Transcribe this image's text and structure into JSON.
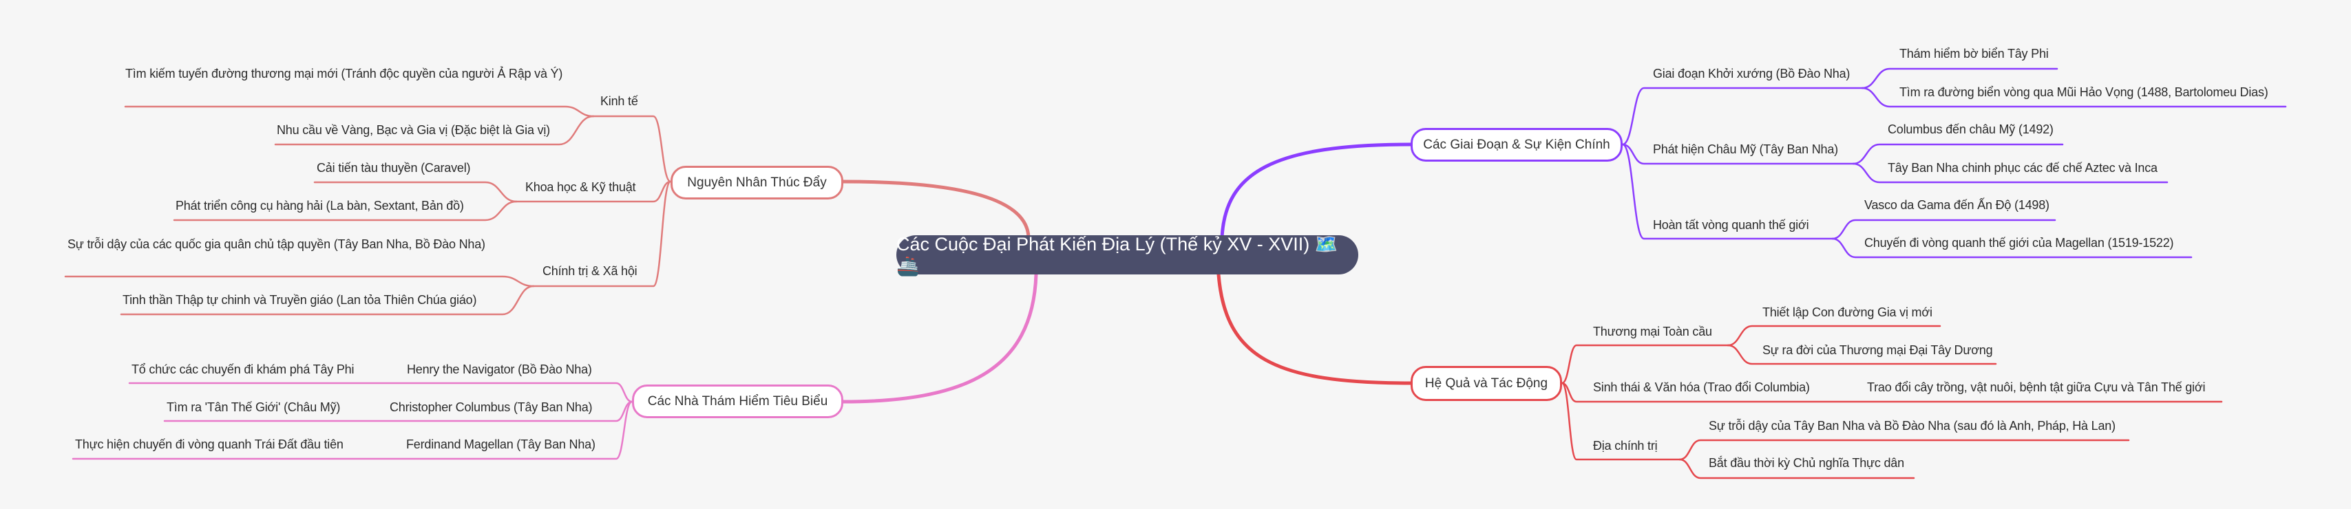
{
  "root": {
    "title": "Các Cuộc Đại Phát Kiến Địa Lý (Thế kỷ XV - XVII) 🗺️🚢"
  },
  "colors": {
    "causes": "#e07b7b",
    "explorers": "#e879c9",
    "stages": "#8b3dff",
    "impacts": "#e5484d",
    "root_bg": "#4b4e6b"
  },
  "causes": {
    "label": "Nguyên Nhân Thúc Đẩy",
    "groups": [
      {
        "label": "Kinh tế",
        "items": [
          "Tìm kiếm tuyến đường thương mại mới (Tránh độc quyền của người Ả Rập và Ý)",
          "Nhu cầu về Vàng, Bạc và Gia vị (Đặc biệt là Gia vị)"
        ]
      },
      {
        "label": "Khoa học & Kỹ thuật",
        "items": [
          "Cải tiến tàu thuyền (Caravel)",
          "Phát triển công cụ hàng hải (La bàn, Sextant, Bản đồ)"
        ]
      },
      {
        "label": "Chính trị & Xã hội",
        "items": [
          "Sự trỗi dậy của các quốc gia quân chủ tập quyền (Tây Ban Nha, Bồ Đào Nha)",
          "Tinh thần Thập tự chinh và Truyền giáo (Lan tỏa Thiên Chúa giáo)"
        ]
      }
    ]
  },
  "explorers": {
    "label": "Các Nhà Thám Hiểm Tiêu Biểu",
    "people": [
      {
        "name": "Henry the Navigator (Bồ Đào Nha)",
        "detail": "Tổ chức các chuyến đi khám phá Tây Phi"
      },
      {
        "name": "Christopher Columbus (Tây Ban Nha)",
        "detail": "Tìm ra 'Tân Thế Giới' (Châu Mỹ)"
      },
      {
        "name": "Ferdinand Magellan (Tây Ban Nha)",
        "detail": "Thực hiện chuyến đi vòng quanh Trái Đất đầu tiên"
      }
    ]
  },
  "stages": {
    "label": "Các Giai Đoạn & Sự Kiện Chính",
    "groups": [
      {
        "label": "Giai đoạn Khởi xướng (Bồ Đào Nha)",
        "items": [
          "Thám hiểm bờ biển Tây Phi",
          "Tìm ra đường biển vòng qua Mũi Hảo Vọng (1488, Bartolomeu Dias)"
        ]
      },
      {
        "label": "Phát hiện Châu Mỹ (Tây Ban Nha)",
        "items": [
          "Columbus đến châu Mỹ (1492)",
          "Tây Ban Nha chinh phục các đế chế Aztec và Inca"
        ]
      },
      {
        "label": "Hoàn tất vòng quanh thế giới",
        "items": [
          "Vasco da Gama đến Ấn Độ (1498)",
          "Chuyến đi vòng quanh thế giới của Magellan (1519-1522)"
        ]
      }
    ]
  },
  "impacts": {
    "label": "Hệ Quả và Tác Động",
    "groups": [
      {
        "label": "Thương mại Toàn cầu",
        "items": [
          "Thiết lập Con đường Gia vị mới",
          "Sự ra đời của Thương mại Đại Tây Dương"
        ]
      },
      {
        "label": "Sinh thái & Văn hóa (Trao đổi Columbia)",
        "items": [
          "Trao đổi cây trồng, vật nuôi, bệnh tật giữa Cựu và Tân Thế giới"
        ]
      },
      {
        "label": "Địa chính trị",
        "items": [
          "Sự trỗi dậy của Tây Ban Nha và Bồ Đào Nha (sau đó là Anh, Pháp, Hà Lan)",
          "Bắt đầu thời kỳ Chủ nghĩa Thực dân"
        ]
      }
    ]
  }
}
